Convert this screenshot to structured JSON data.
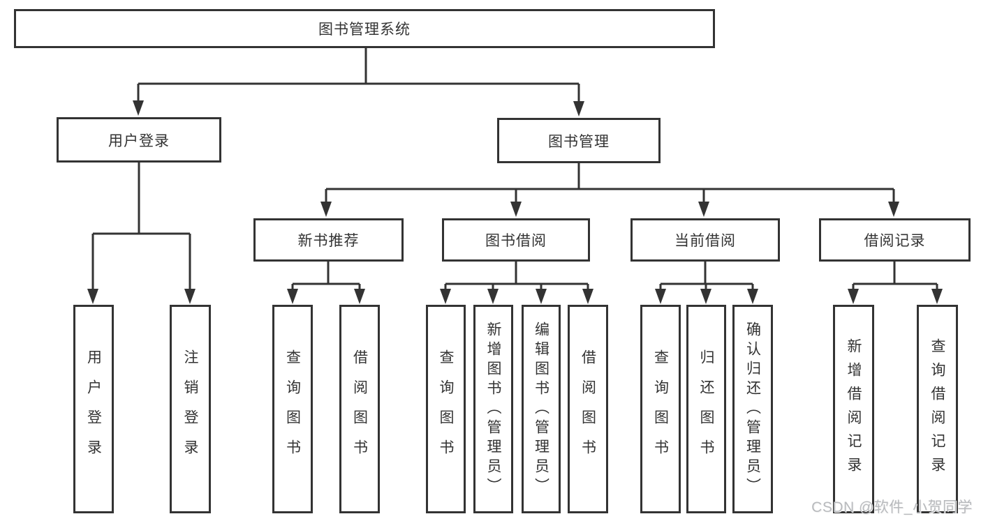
{
  "diagram": {
    "root": {
      "label": "图书管理系统"
    },
    "level2": [
      {
        "label": "用户登录"
      },
      {
        "label": "图书管理"
      }
    ],
    "level3": [
      {
        "label": "新书推荐"
      },
      {
        "label": "图书借阅"
      },
      {
        "label": "当前借阅"
      },
      {
        "label": "借阅记录"
      }
    ],
    "leaves": {
      "user_login": [
        {
          "label": "用户登录"
        },
        {
          "label": "注销登录"
        }
      ],
      "new_books": [
        {
          "label": "查询图书"
        },
        {
          "label": "借阅图书"
        }
      ],
      "book_borrow": [
        {
          "label": "查询图书"
        },
        {
          "label": "新增图书（管理员）"
        },
        {
          "label": "编辑图书（管理员）"
        },
        {
          "label": "借阅图书"
        }
      ],
      "current_borrow": [
        {
          "label": "查询图书"
        },
        {
          "label": "归还图书"
        },
        {
          "label": "确认归还（管理员）"
        }
      ],
      "borrow_records": [
        {
          "label": "新增借阅记录"
        },
        {
          "label": "查询借阅记录"
        }
      ]
    }
  },
  "watermark": {
    "text": "CSDN @软件_小贺同学"
  },
  "colors": {
    "line": "#333333",
    "box_border": "#333333",
    "text": "#333333",
    "background": "#ffffff",
    "watermark": "#b8babd"
  }
}
